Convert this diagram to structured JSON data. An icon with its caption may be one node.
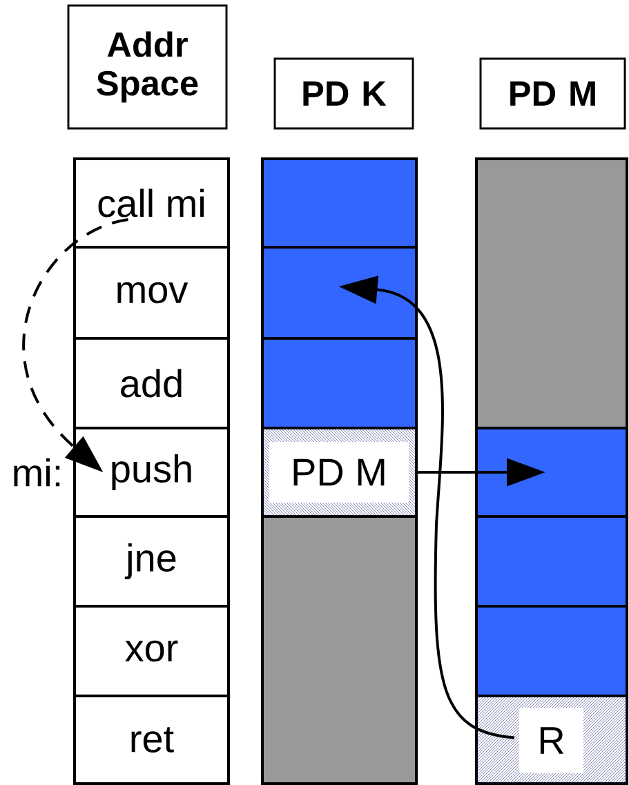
{
  "diagram": {
    "nodes": [
      {
        "text": [
          "Addr Space"
        ]
      },
      {
        "text": [
          "PD K"
        ]
      },
      {
        "text": [
          "PD M"
        ]
      },
      {
        "text": [
          "call mi"
        ]
      },
      {
        "text": [
          "mov"
        ]
      },
      {
        "text": [
          "add"
        ]
      },
      {
        "text": [
          "push"
        ]
      },
      {
        "text": [
          "jne"
        ]
      },
      {
        "text": [
          "xor"
        ]
      },
      {
        "text": [
          "ret"
        ]
      },
      {
        "text": [],
        "shape": "box"
      },
      {
        "text": [],
        "shape": "box"
      },
      {
        "text": [],
        "shape": "box"
      },
      {
        "text": [
          "PD M"
        ]
      },
      {
        "text": [],
        "shape": "box"
      },
      {
        "text": [],
        "shape": "box"
      },
      {
        "text": [],
        "shape": "box"
      },
      {
        "text": [],
        "shape": "box"
      },
      {
        "text": [],
        "shape": "box"
      },
      {
        "text": [
          "R"
        ]
      }
    ],
    "edges": [
      {
        "from": 3,
        "to": 6,
        "arrow": "to",
        "style": "dashed"
      },
      {
        "from": 13,
        "to": 16,
        "arrow": "to"
      },
      {
        "from": 19,
        "to": 11,
        "arrow": "to"
      }
    ],
    "labels": [
      "mi:"
    ]
  }
}
